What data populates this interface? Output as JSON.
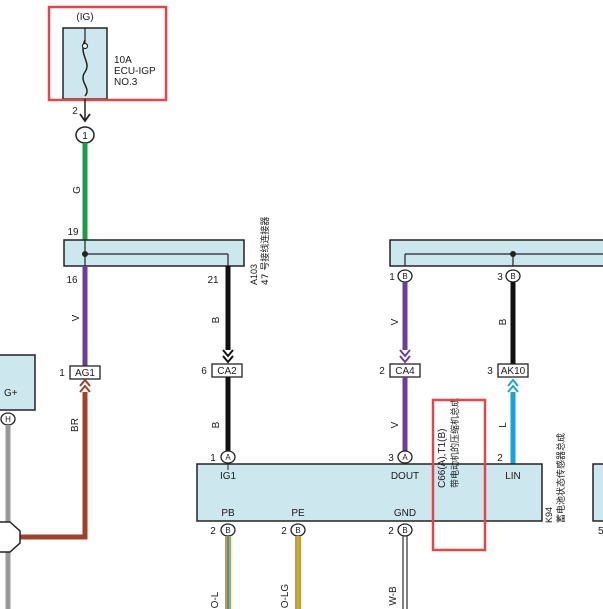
{
  "colors": {
    "wire_green": "#1f9a4b",
    "wire_violet": "#6a3d9a",
    "wire_black": "#111111",
    "wire_blue": "#1aa3d9",
    "wire_brown": "#a0402a",
    "wire_gray": "#9a9a9a",
    "wire_orange": "#e09030",
    "box_fill": "#cde7ef",
    "highlight": "#e0464a"
  },
  "fuse": {
    "circuit": "(IG)",
    "line1": "10A",
    "line2": "ECU-IGP",
    "line3": "NO.3",
    "pin": "2"
  },
  "connector_1": {
    "label": "1"
  },
  "wire_G": "G",
  "junction_a103": {
    "pin_left_top": "19",
    "pin_left_bottom": "16",
    "pin_right_bottom": "21",
    "code": "A103",
    "desc": "47 号接线连接器"
  },
  "wire_V_left": "V",
  "wire_B_a": "B",
  "ag1": {
    "pin": "1",
    "name": "AG1"
  },
  "wire_BR": "BR",
  "left_box_pin": "H",
  "left_box_label": "G+",
  "ca2": {
    "pin": "6",
    "name": "CA2"
  },
  "wire_B_b": "B",
  "junction_right": {
    "pin1": "1",
    "pin1_letter": "B",
    "pin2": "3",
    "pin2_letter": "B"
  },
  "wire_V_right": "V",
  "wire_B_c": "B",
  "ca4": {
    "pin": "2",
    "name": "CA4"
  },
  "ak10": {
    "pin": "3",
    "name": "AK10"
  },
  "wire_V_d": "V",
  "wire_L": "L",
  "ecu": {
    "pin_ig1": "1",
    "pin_ig1_letter": "A",
    "ig1": "IG1",
    "pin_dout": "3",
    "pin_dout_letter": "A",
    "dout": "DOUT",
    "pin_lin": "2",
    "lin": "LIN",
    "pb": "PB",
    "pe": "PE",
    "gnd": "GND",
    "pin_pb": "2",
    "pin_pb_letter": "B",
    "pin_pe": "2",
    "pin_pe_letter": "B",
    "pin_gnd": "2",
    "pin_gnd_letter": "B",
    "code": "C66(A),T1(B)",
    "desc": "带电动机的压缩机总成"
  },
  "k94": {
    "code": "K94",
    "desc": "蓄电池状态传感器总成",
    "pin": "5"
  },
  "wire_OL": "O-L",
  "wire_OLG": "O-LG",
  "wire_WB": "W-B"
}
